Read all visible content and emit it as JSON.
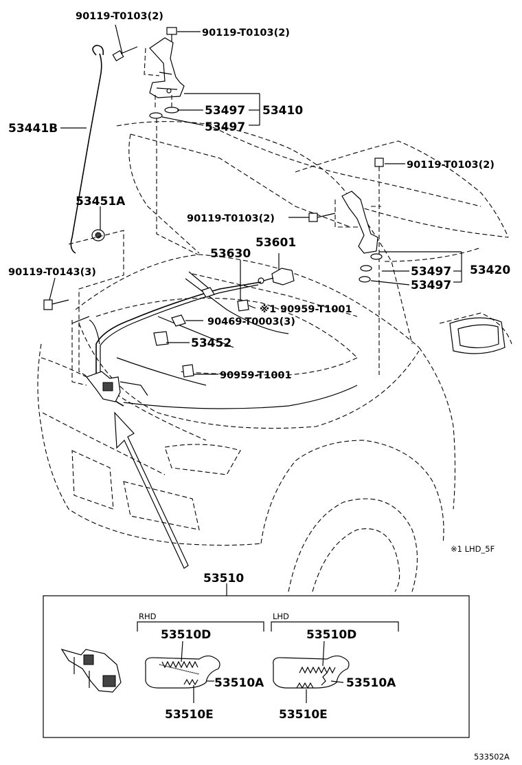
{
  "labels": {
    "bolt_top_left": "90119-T0103(2)",
    "bolt_top_right": "90119-T0103(2)",
    "washer_a": "53497",
    "washer_b": "53497",
    "hinge_left": "53410",
    "support_rod": "53441B",
    "cushion": "53451A",
    "bolt_mid_right": "90119-T0103(2)",
    "bolt_mid_left": "90119-T0103(2)",
    "hood_switch": "53601",
    "release_cable": "53630",
    "washer_c": "53497",
    "washer_d": "53497",
    "hinge_right": "53420",
    "bolt_lock": "90119-T0143(3)",
    "clip_a": "90959-T1001",
    "clip_mark": "※1",
    "clip_b": "90469-T0003(3)",
    "cable_clamp": "53452",
    "clip_c": "90959-T1001",
    "note": "※1 LHD_5F",
    "hood_lock": "53510",
    "rhd": "RHD",
    "lhd": "LHD",
    "spring_rhd": "53510D",
    "lever_rhd": "53510A",
    "plate_rhd": "53510E",
    "spring_lhd": "53510D",
    "lever_lhd": "53510A",
    "plate_lhd": "53510E",
    "figure_code": "533502A"
  }
}
